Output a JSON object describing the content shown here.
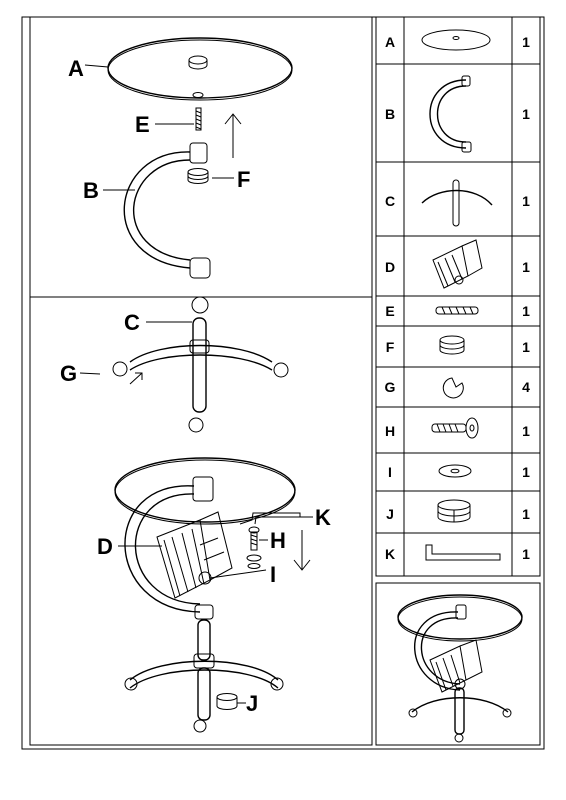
{
  "callouts": {
    "top": {
      "A": "A",
      "E": "E",
      "F": "F",
      "B": "B"
    },
    "middle": {
      "C": "C",
      "G": "G"
    },
    "bottom": {
      "K": "K",
      "D": "D",
      "H": "H",
      "I": "I",
      "J": "J"
    }
  },
  "parts": [
    {
      "letter": "A",
      "qty": "1"
    },
    {
      "letter": "B",
      "qty": "1"
    },
    {
      "letter": "C",
      "qty": "1"
    },
    {
      "letter": "D",
      "qty": "1"
    },
    {
      "letter": "E",
      "qty": "1"
    },
    {
      "letter": "F",
      "qty": "1"
    },
    {
      "letter": "G",
      "qty": "4"
    },
    {
      "letter": "H",
      "qty": "1"
    },
    {
      "letter": "I",
      "qty": "1"
    },
    {
      "letter": "J",
      "qty": "1"
    },
    {
      "letter": "K",
      "qty": "1"
    }
  ]
}
